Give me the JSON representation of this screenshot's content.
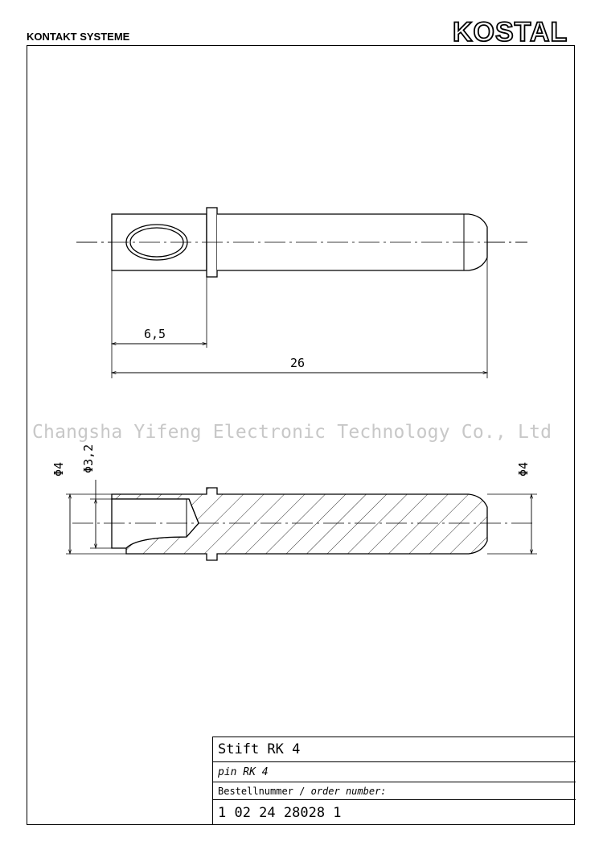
{
  "header": {
    "left_label": "KONTAKT SYSTEME",
    "logo_text": "KOSTAL"
  },
  "watermark": "Changsha Yifeng Electronic Technology Co., Ltd",
  "top_view": {
    "dim_short": "6,5",
    "dim_total": "26"
  },
  "section_view": {
    "dia_outer_left": "Φ4",
    "dia_inner": "Φ3,2",
    "dia_outer_right": "Φ4"
  },
  "title_block": {
    "name_de": "Stift RK 4",
    "name_en": "pin RK 4",
    "order_label_de": "Bestellnummer / ",
    "order_label_en": "order number:",
    "order_number": "1 02 24 28028 1"
  },
  "colors": {
    "line": "#000000",
    "watermark": "#c8c8c8"
  }
}
